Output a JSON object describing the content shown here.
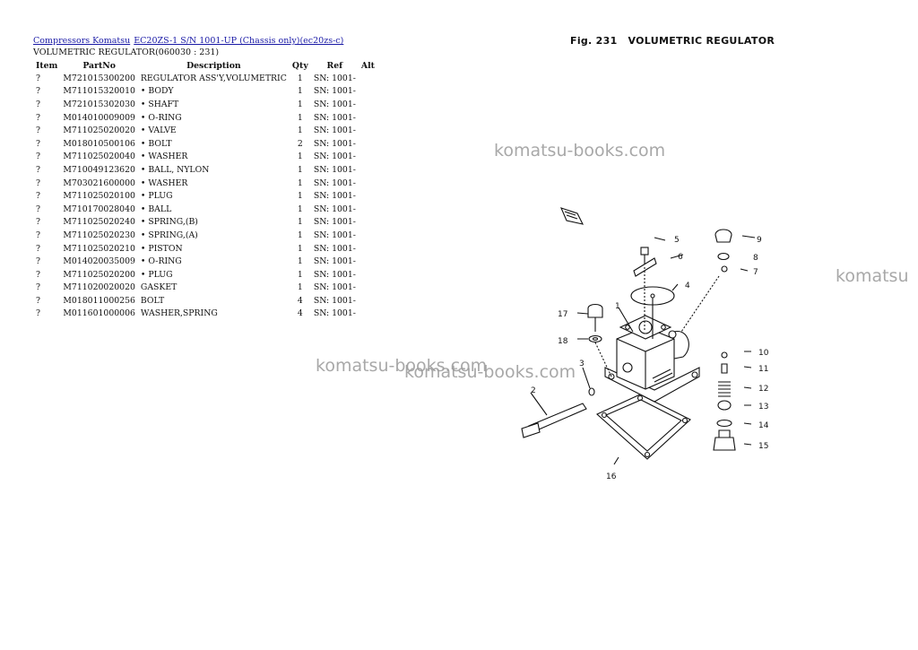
{
  "breadcrumb": {
    "link1": "Compressors Komatsu",
    "link2": "EC20ZS-1 S/N 1001-UP (Chassis only)(ec20zs-c)"
  },
  "section_title": "VOLUMETRIC REGULATOR(060030 : 231)",
  "table": {
    "headers": [
      "Item",
      "PartNo",
      "Description",
      "Qty",
      "Ref",
      "Alt"
    ],
    "rows": [
      {
        "item": "?",
        "part": "M721015300200",
        "desc": "REGULATOR ASS'Y,VOLUMETRIC",
        "qty": "1",
        "ref": "SN: 1001-"
      },
      {
        "item": "?",
        "part": "M711015320010",
        "desc": "• BODY",
        "qty": "1",
        "ref": "SN: 1001-"
      },
      {
        "item": "?",
        "part": "M721015302030",
        "desc": "• SHAFT",
        "qty": "1",
        "ref": "SN: 1001-"
      },
      {
        "item": "?",
        "part": "M014010009009",
        "desc": "• O-RING",
        "qty": "1",
        "ref": "SN: 1001-"
      },
      {
        "item": "?",
        "part": "M711025020020",
        "desc": "• VALVE",
        "qty": "1",
        "ref": "SN: 1001-"
      },
      {
        "item": "?",
        "part": "M018010500106",
        "desc": "• BOLT",
        "qty": "2",
        "ref": "SN: 1001-"
      },
      {
        "item": "?",
        "part": "M711025020040",
        "desc": "• WASHER",
        "qty": "1",
        "ref": "SN: 1001-"
      },
      {
        "item": "?",
        "part": "M710049123620",
        "desc": "• BALL, NYLON",
        "qty": "1",
        "ref": "SN: 1001-"
      },
      {
        "item": "?",
        "part": "M703021600000",
        "desc": "• WASHER",
        "qty": "1",
        "ref": "SN: 1001-"
      },
      {
        "item": "?",
        "part": "M711025020100",
        "desc": "• PLUG",
        "qty": "1",
        "ref": "SN: 1001-"
      },
      {
        "item": "?",
        "part": "M710170028040",
        "desc": "• BALL",
        "qty": "1",
        "ref": "SN: 1001-"
      },
      {
        "item": "?",
        "part": "M711025020240",
        "desc": "• SPRING,(B)",
        "qty": "1",
        "ref": "SN: 1001-"
      },
      {
        "item": "?",
        "part": "M711025020230",
        "desc": "• SPRING,(A)",
        "qty": "1",
        "ref": "SN: 1001-"
      },
      {
        "item": "?",
        "part": "M711025020210",
        "desc": "• PISTON",
        "qty": "1",
        "ref": "SN: 1001-"
      },
      {
        "item": "?",
        "part": "M014020035009",
        "desc": "• O-RING",
        "qty": "1",
        "ref": "SN: 1001-"
      },
      {
        "item": "?",
        "part": "M711025020200",
        "desc": "• PLUG",
        "qty": "1",
        "ref": "SN: 1001-"
      },
      {
        "item": "?",
        "part": "M711020020020",
        "desc": "GASKET",
        "qty": "1",
        "ref": "SN: 1001-"
      },
      {
        "item": "?",
        "part": "M018011000256",
        "desc": "BOLT",
        "qty": "4",
        "ref": "SN: 1001-"
      },
      {
        "item": "?",
        "part": "M011601000006",
        "desc": "WASHER,SPRING",
        "qty": "4",
        "ref": "SN: 1001-"
      }
    ]
  },
  "figure": {
    "fig_label": "Fig. 231",
    "fig_title": "VOLUMETRIC REGULATOR",
    "callouts": [
      "1",
      "2",
      "3",
      "4",
      "5",
      "6",
      "7",
      "8",
      "9",
      "10",
      "11",
      "12",
      "13",
      "14",
      "15",
      "16",
      "17",
      "18"
    ]
  },
  "watermarks": [
    "komatsu-books.com",
    "komatsu",
    "komatsu-books.com",
    "komatsu-books.com"
  ]
}
